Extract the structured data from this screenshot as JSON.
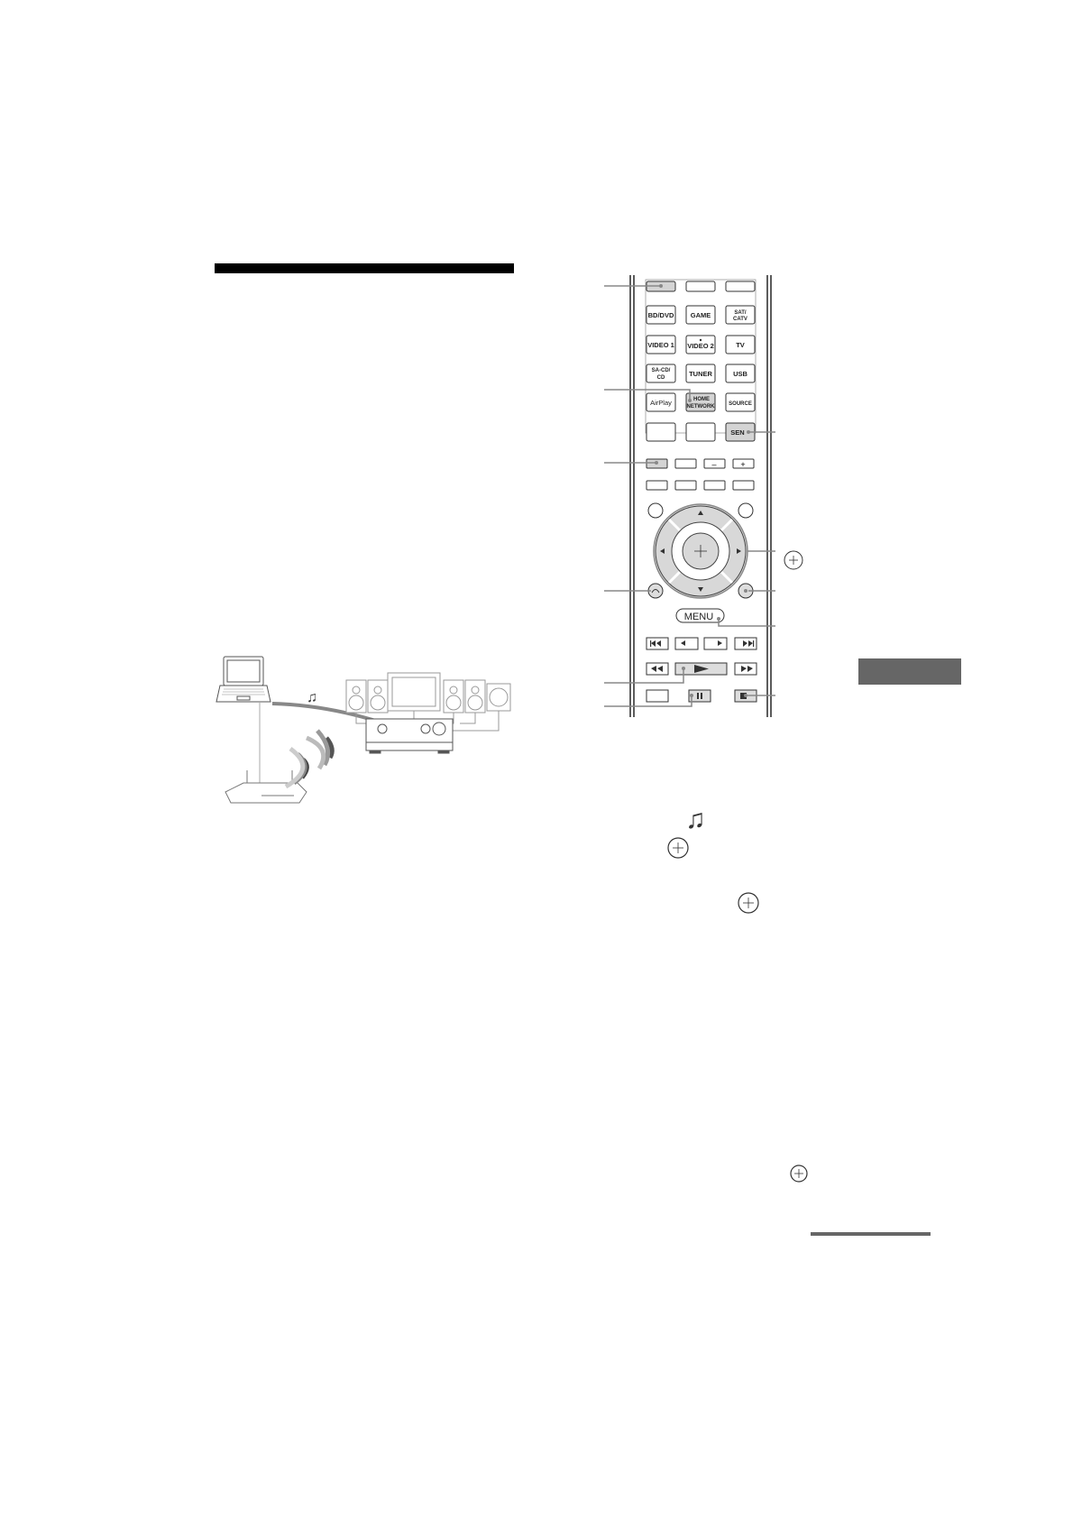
{
  "page": {
    "section_heading_bar": "",
    "side_tab": "",
    "footer_rule": ""
  },
  "diagram": {
    "devices": [
      "laptop",
      "router",
      "av-receiver",
      "tv",
      "speakers",
      "subwoofer"
    ],
    "music_symbol": "♫"
  },
  "remote": {
    "input_buttons": [
      {
        "label": "",
        "highlighted": true
      },
      {
        "label": "",
        "highlighted": false
      },
      {
        "label": "",
        "highlighted": false
      },
      {
        "label": "BD/DVD"
      },
      {
        "label": "GAME"
      },
      {
        "label": "SAT/\nCATV",
        "line1": "SAT/",
        "line2": "CATV"
      },
      {
        "label": "VIDEO 1"
      },
      {
        "label": "VIDEO 2"
      },
      {
        "label": "TV"
      },
      {
        "label": "SA-CD/\nCD",
        "line1": "SA-CD/",
        "line2": "CD"
      },
      {
        "label": "TUNER"
      },
      {
        "label": "USB"
      },
      {
        "label": "AirPlay"
      },
      {
        "label": "HOME\nNETWORK",
        "line1": "HOME",
        "line2": "NETWORK",
        "highlighted": true
      },
      {
        "label": "SOURCE"
      },
      {
        "label": ""
      },
      {
        "label": ""
      },
      {
        "label": "SEN",
        "highlighted": true
      }
    ],
    "row_buttons_1": [
      "",
      "",
      "–",
      "+"
    ],
    "row_buttons_2": [
      "",
      "",
      "",
      ""
    ],
    "menu_label": "MENU",
    "transport_row_1": [
      "⏮",
      "←·",
      "·→",
      "⏭"
    ],
    "transport_row_2": [
      "⏪",
      "▶",
      "⏩"
    ],
    "transport_row_3": [
      "",
      "⏸",
      "■"
    ]
  },
  "inline_symbols": {
    "music_note": "♫",
    "enter_icon": "⊕"
  },
  "colors": {
    "heading_bar": "#000000",
    "side_tab": "#666666",
    "callout_line": "#888888",
    "highlight_button": "#d4d4d4"
  }
}
